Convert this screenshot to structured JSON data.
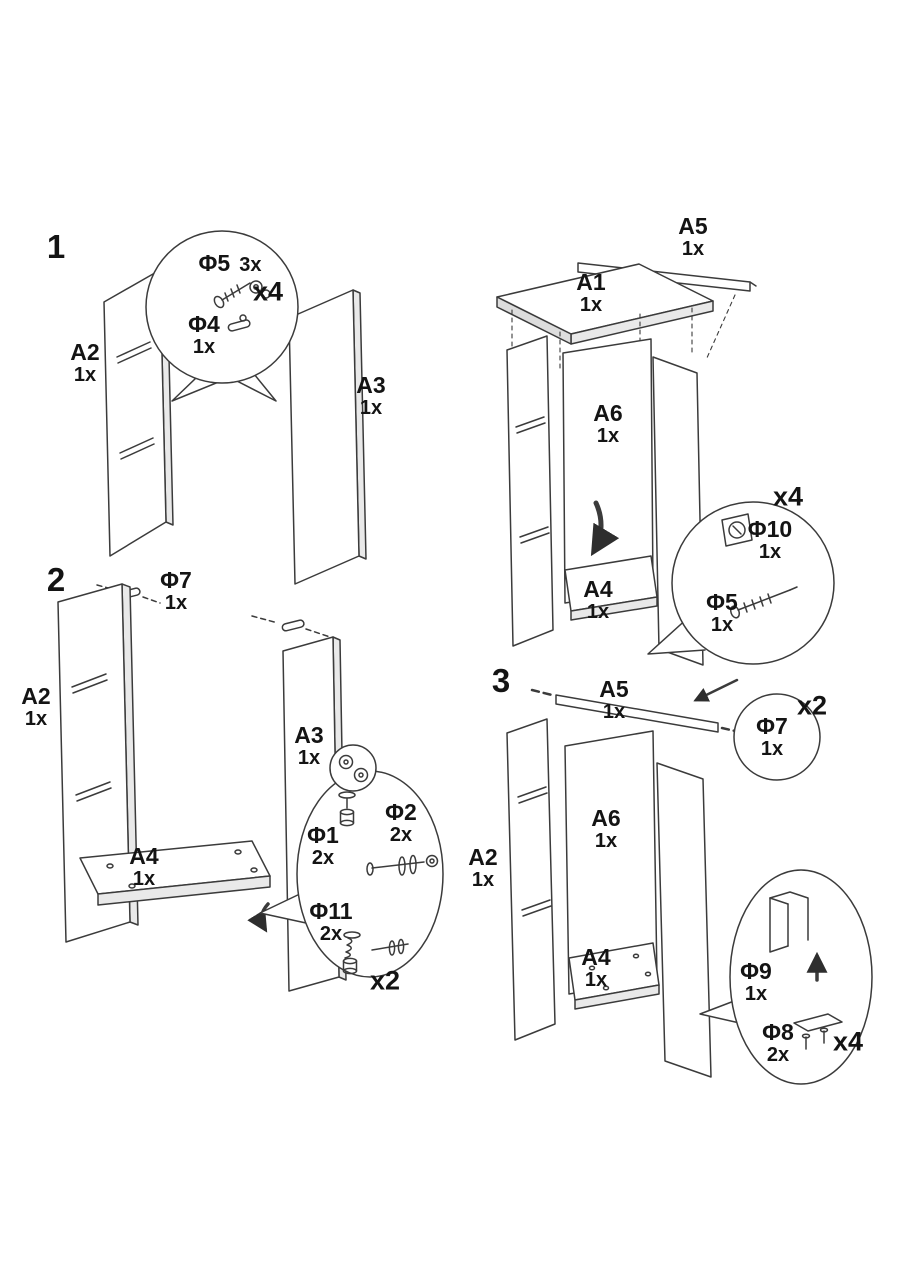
{
  "step1": {
    "num": "1",
    "a2": {
      "name": "A2",
      "qty": "1x"
    },
    "a3": {
      "name": "A3",
      "qty": "1x"
    },
    "callout": {
      "phi5": "Φ5",
      "phi5_qty": "3x",
      "phi4": "Φ4",
      "phi4_qty": "1x",
      "mult": "x4"
    }
  },
  "step2": {
    "num": "2",
    "phi7": {
      "name": "Φ7",
      "qty": "1x"
    },
    "a2": {
      "name": "A2",
      "qty": "1x"
    },
    "a3": {
      "name": "A3",
      "qty": "1x"
    },
    "a4": {
      "name": "A4",
      "qty": "1x"
    },
    "callout": {
      "phi1": "Φ1",
      "phi1_qty": "2x",
      "phi2": "Φ2",
      "phi2_qty": "2x",
      "phi11": "Φ11",
      "phi11_qty": "2x",
      "mult": "x2"
    }
  },
  "step2_result": {
    "a5": {
      "name": "A5",
      "qty": "1x"
    },
    "a1": {
      "name": "A1",
      "qty": "1x"
    },
    "a6": {
      "name": "A6",
      "qty": "1x"
    },
    "a4": {
      "name": "A4",
      "qty": "1x"
    },
    "callout": {
      "mult": "x4",
      "phi10": "Φ10",
      "phi10_qty": "1x",
      "phi5": "Φ5",
      "phi5_qty": "1x"
    }
  },
  "step3": {
    "num": "3",
    "a5": {
      "name": "A5",
      "qty": "1x"
    },
    "phi7": {
      "name": "Φ7",
      "qty": "1x",
      "mult": "x2"
    },
    "a2": {
      "name": "A2",
      "qty": "1x"
    },
    "a6": {
      "name": "A6",
      "qty": "1x"
    },
    "a4": {
      "name": "A4",
      "qty": "1x"
    },
    "callout": {
      "phi9": "Φ9",
      "phi9_qty": "1x",
      "phi8": "Φ8",
      "phi8_qty": "2x",
      "mult": "x4"
    }
  }
}
